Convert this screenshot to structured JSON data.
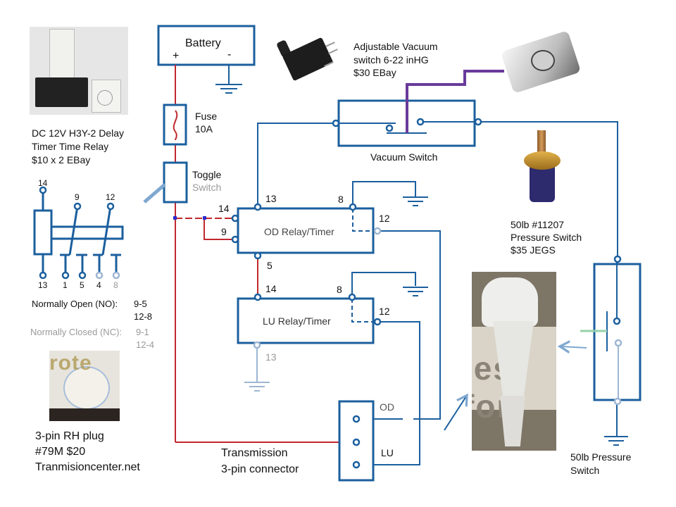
{
  "title": "Overdrive / Lock-up relay wiring diagram",
  "colors": {
    "wire_blue": "#1b5f9e",
    "wire_light_blue": "#9db6d3",
    "wire_red": "#c0282d",
    "vacuum_line": "#6a3a9a",
    "actuator_green": "#96d0a8",
    "arrow_blue": "#7fa8d0"
  },
  "battery": {
    "label": "Battery",
    "plus": "+",
    "minus": "-"
  },
  "fuse": {
    "label_line1": "Fuse",
    "label_line2": "10A"
  },
  "toggle": {
    "label_line1": "Toggle",
    "label_line2": "Switch"
  },
  "timer_product": {
    "line1": "DC 12V H3Y-2  Delay",
    "line2": "Timer Time Relay",
    "line3": "$10 x 2 EBay",
    "photo": "timer-relay-photo"
  },
  "pinout": {
    "top_pins": [
      "14",
      "9",
      "12"
    ],
    "bottom_pins": [
      "13",
      "1",
      "5",
      "4",
      "8"
    ],
    "no_label": "Normally Open (NO):",
    "no_values": [
      "9-5",
      "12-8"
    ],
    "nc_label": "Normally Closed (NC):",
    "nc_values": [
      "9-1",
      "12-4"
    ]
  },
  "vacuum_product": {
    "line1": "Adjustable Vacuum",
    "line2": "switch 6-22 inHG",
    "line3": "$30 EBay",
    "photo": "vacuum-switch-photo"
  },
  "carburetor": {
    "photo": "carburetor-photo"
  },
  "vacuum_switch": {
    "label": "Vacuum Switch"
  },
  "pressure_product": {
    "line1": "50lb #11207",
    "line2": "Pressure Switch",
    "line3": "$35 JEGS",
    "photo": "pressure-switch-photo"
  },
  "od_relay": {
    "label": "OD Relay/Timer",
    "pins": {
      "p13": "13",
      "p8": "8",
      "p14": "14",
      "p9": "9",
      "p12": "12",
      "p5": "5"
    }
  },
  "lu_relay": {
    "label": "LU Relay/Timer",
    "pins": {
      "p14": "14",
      "p8": "8",
      "p12": "12",
      "p13": "13"
    }
  },
  "connector": {
    "pin_od": "OD",
    "pin_lu": "LU",
    "label_line1": "Transmission",
    "label_line2": "3-pin connector"
  },
  "plug_product": {
    "line1": "3-pin RH plug",
    "line2": "#79M $20",
    "line3": "Tranmisioncenter.net",
    "photo": "plug-photo",
    "watermark": "rote"
  },
  "transmission": {
    "photo": "transmission-photo",
    "watermark": "ies for"
  },
  "pressure_switch_sym": {
    "label_line1": "50lb Pressure",
    "label_line2": "Switch"
  }
}
